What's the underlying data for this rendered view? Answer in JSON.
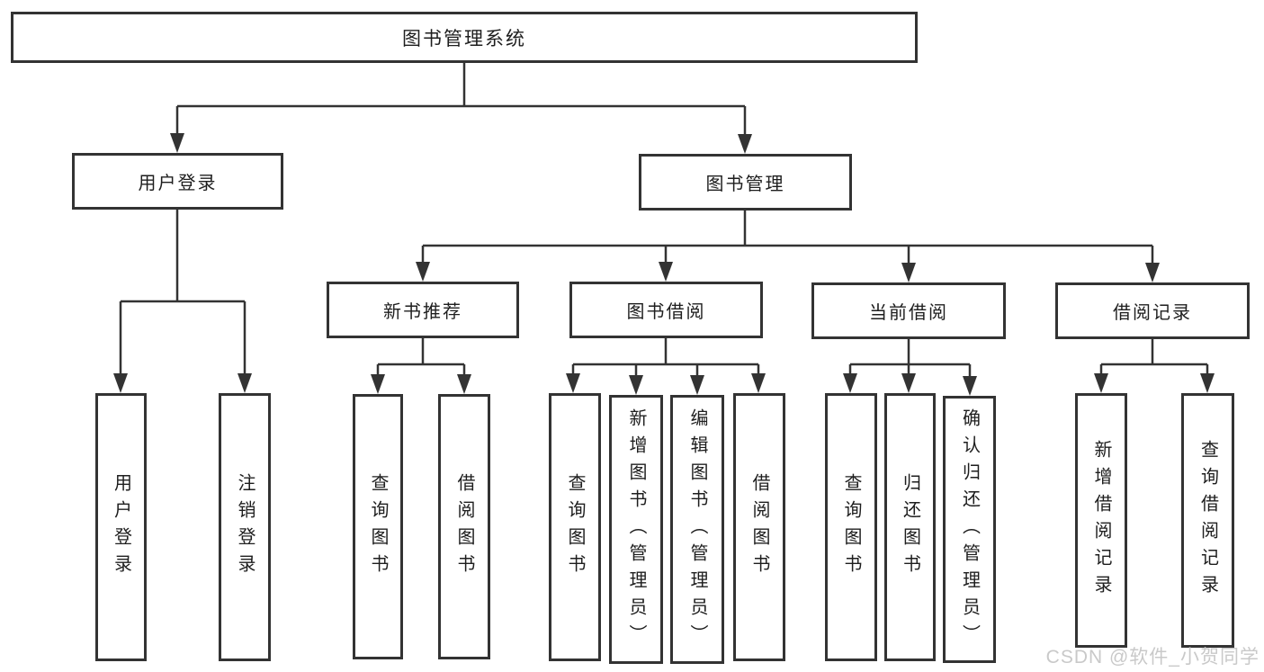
{
  "tree": {
    "root": "图书管理系统",
    "branches": [
      {
        "label": "用户登录",
        "children": [
          "用户登录",
          "注销登录"
        ]
      },
      {
        "label": "图书管理",
        "groups": [
          {
            "label": "新书推荐",
            "children": [
              "查询图书",
              "借阅图书"
            ]
          },
          {
            "label": "图书借阅",
            "children": [
              "查询图书",
              "新增图书（管理员）",
              "编辑图书（管理员）",
              "借阅图书"
            ]
          },
          {
            "label": "当前借阅",
            "children": [
              "查询图书",
              "归还图书",
              "确认归还（管理员）"
            ]
          },
          {
            "label": "借阅记录",
            "children": [
              "新增借阅记录",
              "查询借阅记录"
            ]
          }
        ]
      }
    ]
  },
  "watermark": "CSDN @软件_小贺同学",
  "colors": {
    "line": "#333333",
    "text": "#1e1e1e",
    "background": "#ffffff",
    "watermark": "#c9c9c9"
  }
}
